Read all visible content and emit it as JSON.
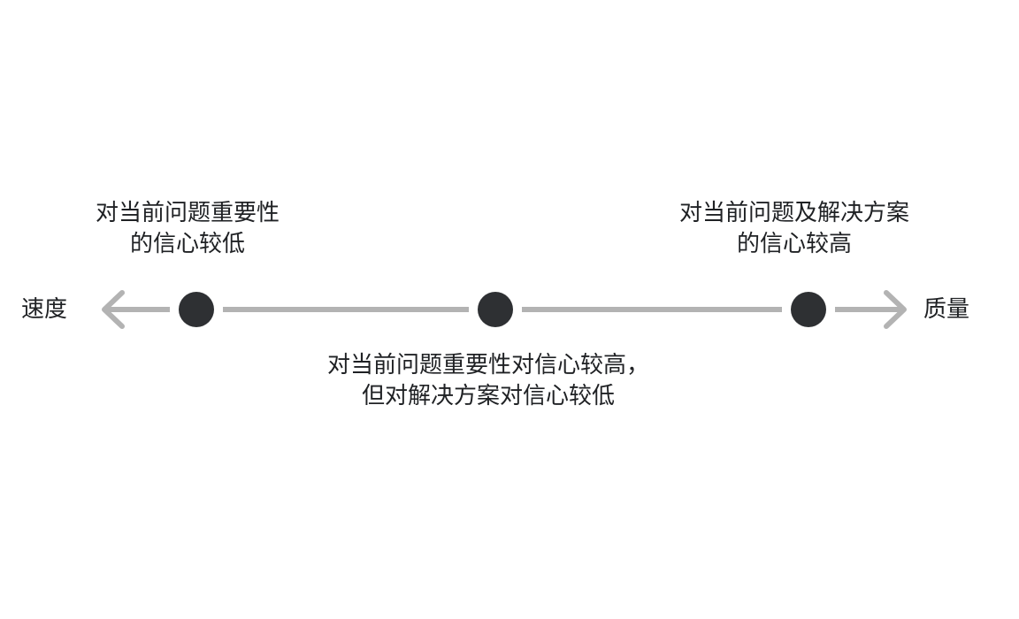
{
  "spectrum": {
    "left_label": "速度",
    "right_label": "质量",
    "nodes": [
      {
        "id": "low",
        "caption_line1": "对当前问题重要性",
        "caption_line2": "的信心较低"
      },
      {
        "id": "mid",
        "caption_line1": "对当前问题重要性对信心较高，",
        "caption_line2": "但对解决方案对信心较低"
      },
      {
        "id": "high",
        "caption_line1": "对当前问题及解决方案",
        "caption_line2": "的信心较高"
      }
    ]
  },
  "colors": {
    "line": "#b3b3b3",
    "node": "#2e3033",
    "text": "#1f2124"
  }
}
